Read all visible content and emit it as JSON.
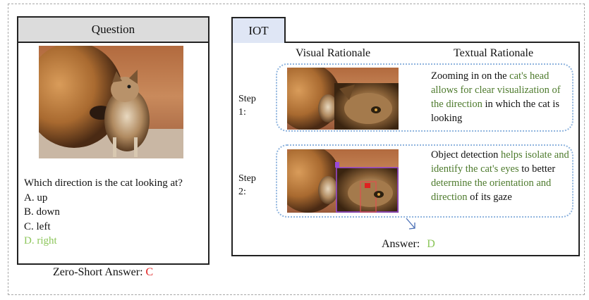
{
  "question_panel": {
    "header": "Question",
    "question": "Which direction is the cat looking at?",
    "options": [
      "A. up",
      "B. down",
      "C. left",
      "D. right"
    ],
    "correct_option": "D. right",
    "zero_shot_label": "Zero-Short Answer:",
    "zero_shot_answer": "C"
  },
  "iot_panel": {
    "tab": "IOT",
    "col_visual": "Visual Rationale",
    "col_textual": "Textual Rationale",
    "step1": {
      "label_line1": "Step",
      "label_line2": "1:",
      "text_parts": [
        {
          "text": "Zooming in on the ",
          "highlight": false
        },
        {
          "text": "cat's head allows for clear visualization of the direction",
          "highlight": true
        },
        {
          "text": " in which the cat is looking",
          "highlight": false
        }
      ]
    },
    "step2": {
      "label_line1": "Step",
      "label_line2": "2:",
      "text_parts": [
        {
          "text": "Object detection ",
          "highlight": false
        },
        {
          "text": "helps isolate and identify the cat's eyes",
          "highlight": true
        },
        {
          "text": " to better ",
          "highlight": false
        },
        {
          "text": "determine the orientation and direction",
          "highlight": true
        },
        {
          "text": " of its gaze",
          "highlight": false
        }
      ]
    },
    "answer_label": "Answer:",
    "answer_value": "D"
  },
  "colors": {
    "highlight_text": "#4d7a2c",
    "correct_answer": "#8cc65a",
    "wrong_answer": "#e02020",
    "step_border": "#8fb4de",
    "iot_tab_bg": "#dfe6f5",
    "question_header_bg": "#dcdcdc"
  }
}
